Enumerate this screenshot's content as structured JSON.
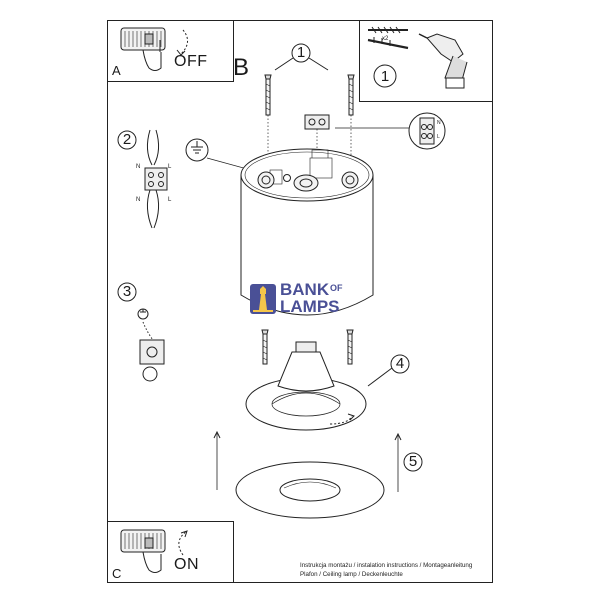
{
  "panels": {
    "a": {
      "letter": "A",
      "label": "OFF"
    },
    "b": {
      "letter": "B"
    },
    "c": {
      "letter": "C",
      "label": "ON"
    }
  },
  "tools": {
    "step": "1",
    "quantity": "x2"
  },
  "steps": [
    "1",
    "2",
    "3",
    "4",
    "5"
  ],
  "terminals": {
    "n": "N",
    "l": "L"
  },
  "logo": {
    "line1": "BANK",
    "of": "OF",
    "line2": "LAMPS",
    "color": "#4a5096"
  },
  "footer": {
    "line1": "Instrukcja montażu / instalation instructions / Montageanleitung",
    "line2": "Plafon / Ceiling lamp / Deckenleuchte"
  }
}
